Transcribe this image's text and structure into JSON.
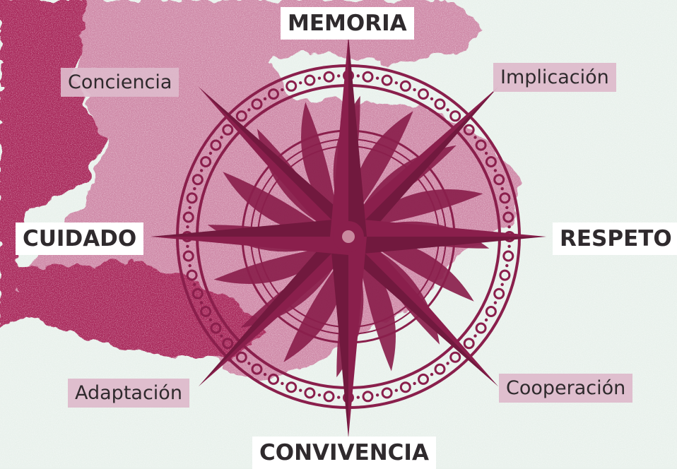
{
  "diagram": {
    "labels": {
      "north": "MEMORIA",
      "south": "CONVIVENCIA",
      "west": "CUIDADO",
      "east": "RESPETO",
      "northwest": "Conciencia",
      "northeast": "Implicación",
      "southwest": "Adaptación",
      "southeast": "Cooperación"
    },
    "colors": {
      "compass": "#8a1f4c",
      "paint_dark": "#a92a5c",
      "paint_light": "#cf8aa8",
      "background": "#e9f1ec",
      "main_label_bg": "#ffffff",
      "sub_label_bg": "#ddbacb",
      "text": "#2f2a2d"
    }
  }
}
